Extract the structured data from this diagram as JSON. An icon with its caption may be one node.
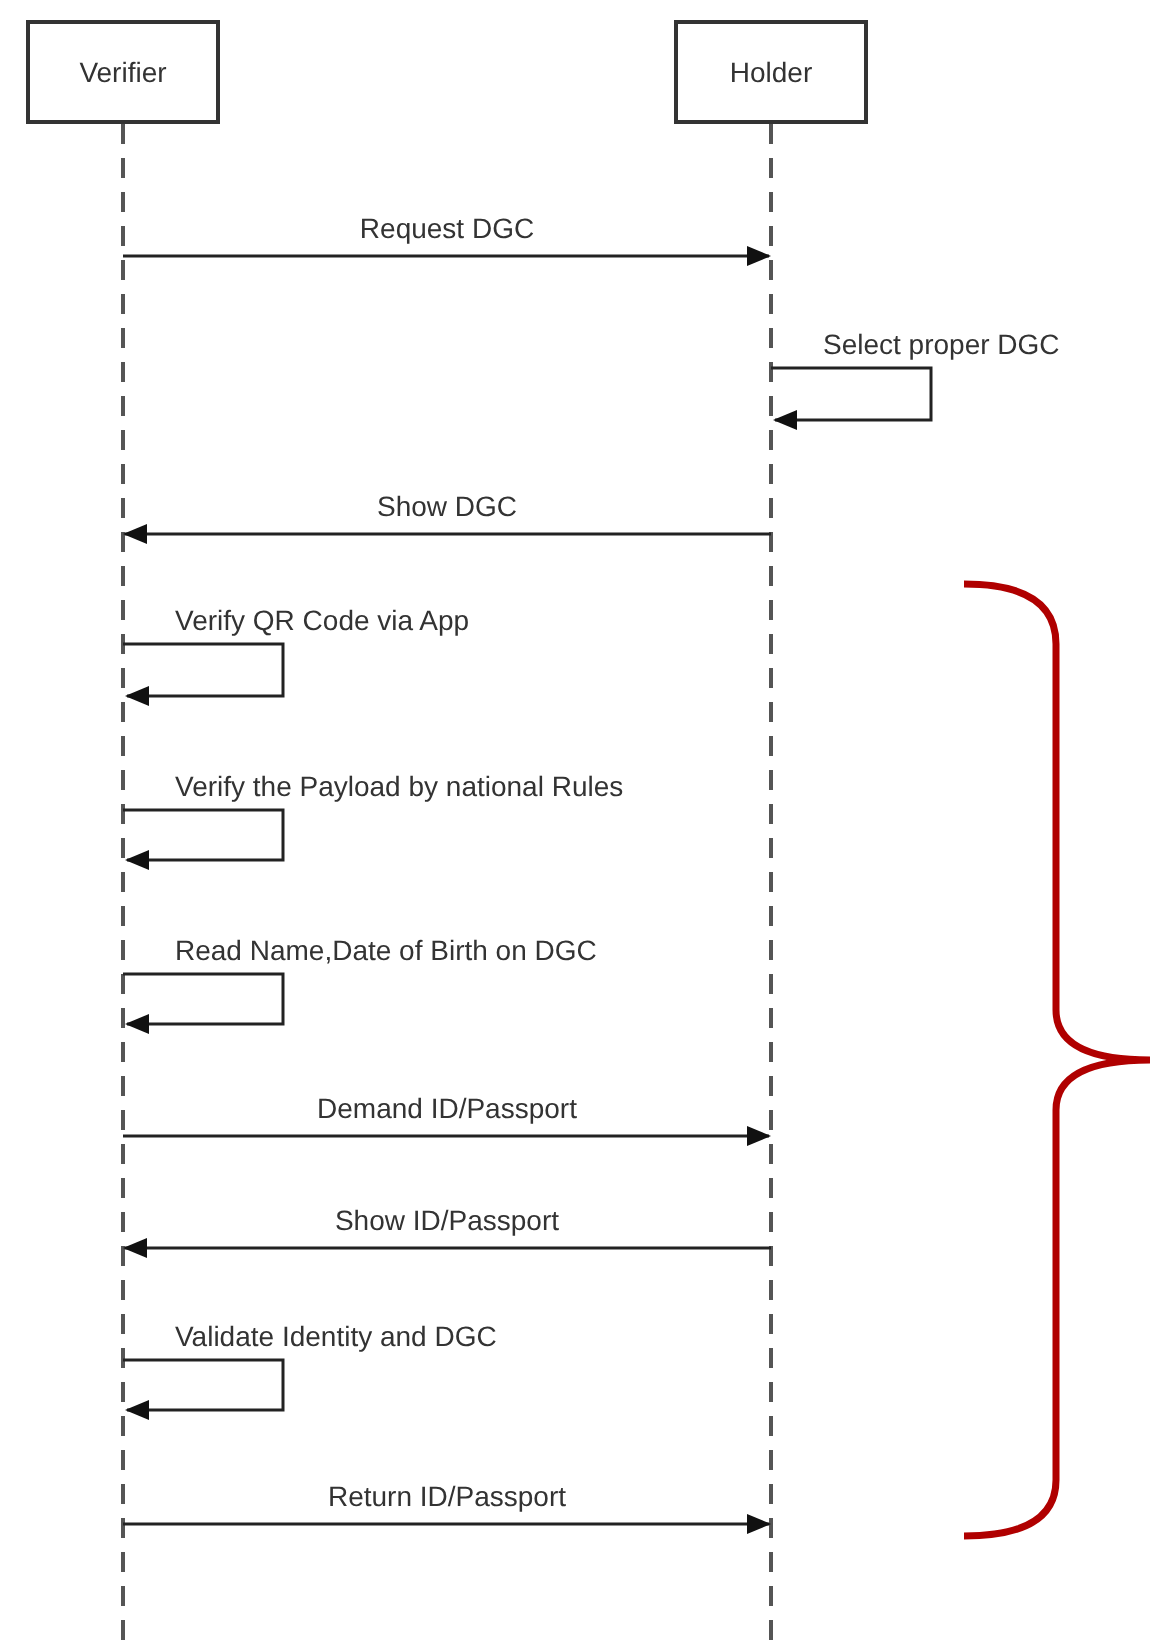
{
  "diagram": {
    "nodes": [
      {
        "text": [
          "Verifier"
        ]
      },
      {
        "text": [
          "Holder"
        ]
      }
    ],
    "edges": [
      {
        "from": 0,
        "to": 1,
        "arrow": "to",
        "label": "Request DGC"
      },
      {
        "from": 1,
        "to": 1,
        "arrow": "to",
        "label": "Select proper DGC"
      },
      {
        "from": 1,
        "to": 0,
        "arrow": "to",
        "label": "Show DGC"
      },
      {
        "from": 0,
        "to": 0,
        "arrow": "to",
        "label": "Verify QR Code via App"
      },
      {
        "from": 0,
        "to": 0,
        "arrow": "to",
        "label": "Verify the Payload by national Rules"
      },
      {
        "from": 0,
        "to": 0,
        "arrow": "to",
        "label": "Read Name,Date of Birth on DGC"
      },
      {
        "from": 0,
        "to": 1,
        "arrow": "to",
        "label": "Demand ID/Passport"
      },
      {
        "from": 1,
        "to": 0,
        "arrow": "to",
        "label": "Show ID/Passport"
      },
      {
        "from": 0,
        "to": 0,
        "arrow": "to",
        "label": "Validate Identity and DGC"
      },
      {
        "from": 0,
        "to": 1,
        "arrow": "to",
        "label": "Return ID/Passport"
      }
    ]
  }
}
